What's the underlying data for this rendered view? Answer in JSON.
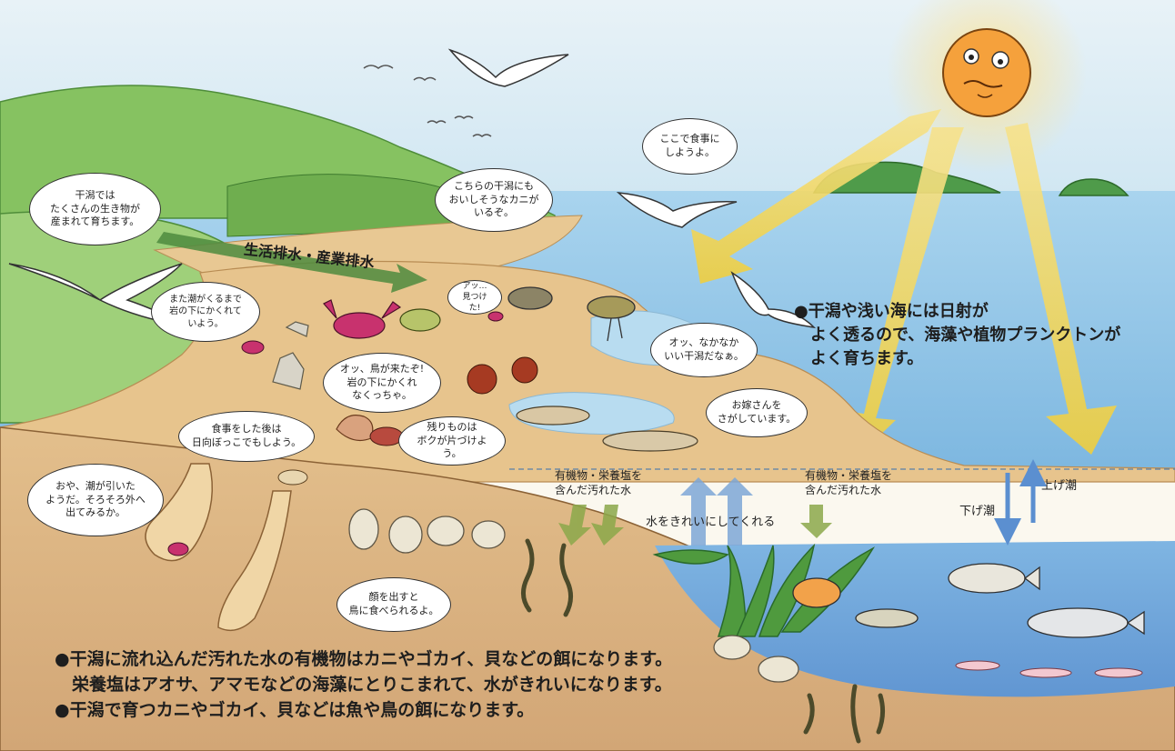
{
  "colors": {
    "sky": "#cfe6f2",
    "sea": "#8fc4e4",
    "deep_sea": "#6fa9db",
    "hill": "#8fc86a",
    "mud": "#d9b27e",
    "sun": "#f5a13c",
    "sun_ray": "#f2d55a"
  },
  "labels": {
    "effluent": "生活排水・産業排水",
    "organic_left": "有機物・栄養塩を\n含んだ汚れた水",
    "organic_right": "有機物・栄養塩を\n含んだ汚れた水",
    "purify": "水をきれいにしてくれる",
    "ebb_tide": "下げ潮",
    "flood_tide": "上げ潮"
  },
  "bubbles": {
    "b1": "干潟では\nたくさんの生き物が\n産まれて育ちます。",
    "b2": "こちらの干潟にも\nおいしそうなカニが\nいるぞ。",
    "b3": "ここで食事に\nしようよ。",
    "b4": "また潮がくるまで\n岩の下にかくれて\nいよう。",
    "b5": "アッ…\n見つけた!",
    "b6": "オッ、鳥が来たぞ!\n岩の下にかくれ\nなくっちゃ。",
    "b7": "オッ、なかなか\nいい干潟だなぁ。",
    "b8": "お嫁さんを\nさがしています。",
    "b9": "食事をした後は\n日向ぼっこでもしよう。",
    "b10": "残りものは\nボクが片づけよう。",
    "b11": "おや、潮が引いた\nようだ。そろそろ外へ\n出てみるか。",
    "b12": "顔を出すと\n鳥に食べられるよ。"
  },
  "bullets": {
    "sunlight": "●干潟や浅い海には日射が\n　よく透るので、海藻や植物プランクトンが\n　よく育ちます。",
    "bottom_1": "●干潟に流れ込んだ汚れた水の有機物はカニやゴカイ、貝などの餌になります。",
    "bottom_2": "　栄養塩はアオサ、アマモなどの海藻にとりこまれて、水がきれいになります。",
    "bottom_3": "●干潟で育つカニやゴカイ、貝などは魚や鳥の餌になります。"
  }
}
